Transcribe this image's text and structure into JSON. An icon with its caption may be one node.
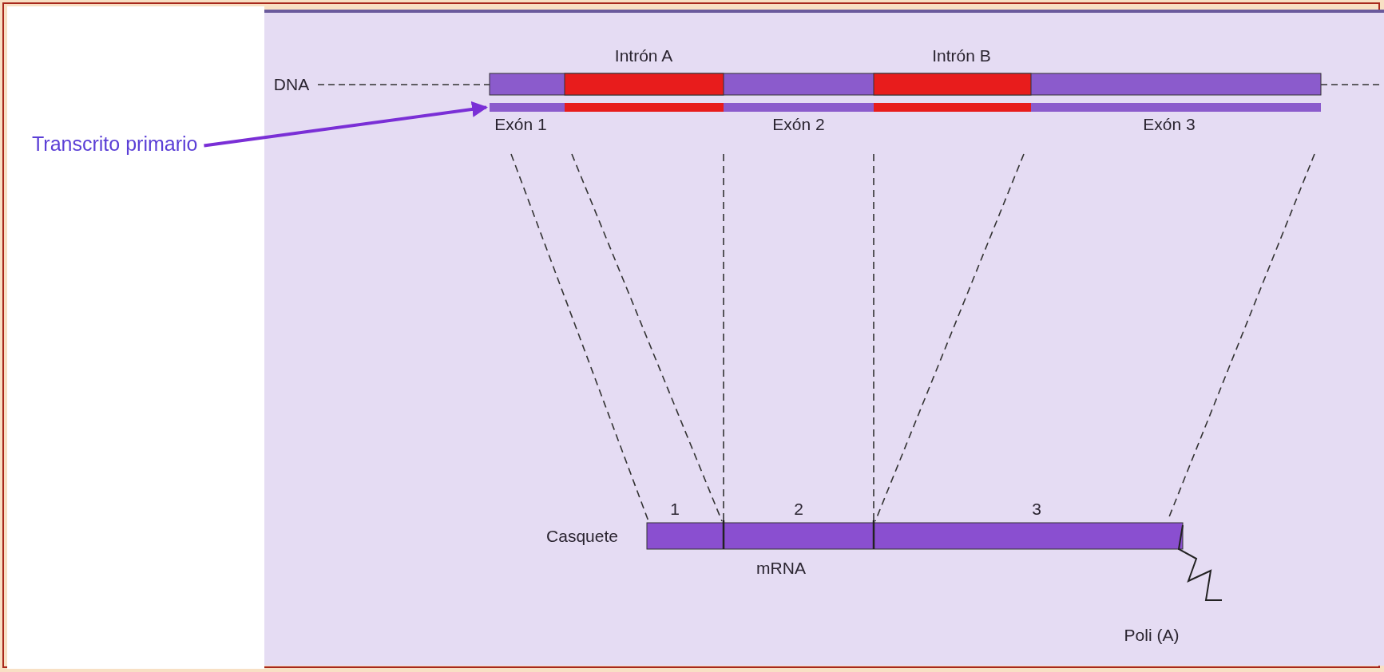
{
  "diagram": {
    "nodes": [
      {
        "text": [
          "Transcrito primario"
        ]
      },
      {
        "text": [],
        "shape": "bar"
      }
    ],
    "edges": [
      {
        "from": 0,
        "to": 1,
        "arrow": "to"
      }
    ],
    "labels": [
      "Intrón A",
      "Intrón B",
      "DNA",
      "Exón 1",
      "Exón 2",
      "Exón 3",
      "1",
      "2",
      "3",
      "Casquete",
      "mRNA",
      "Poli (A)"
    ]
  }
}
